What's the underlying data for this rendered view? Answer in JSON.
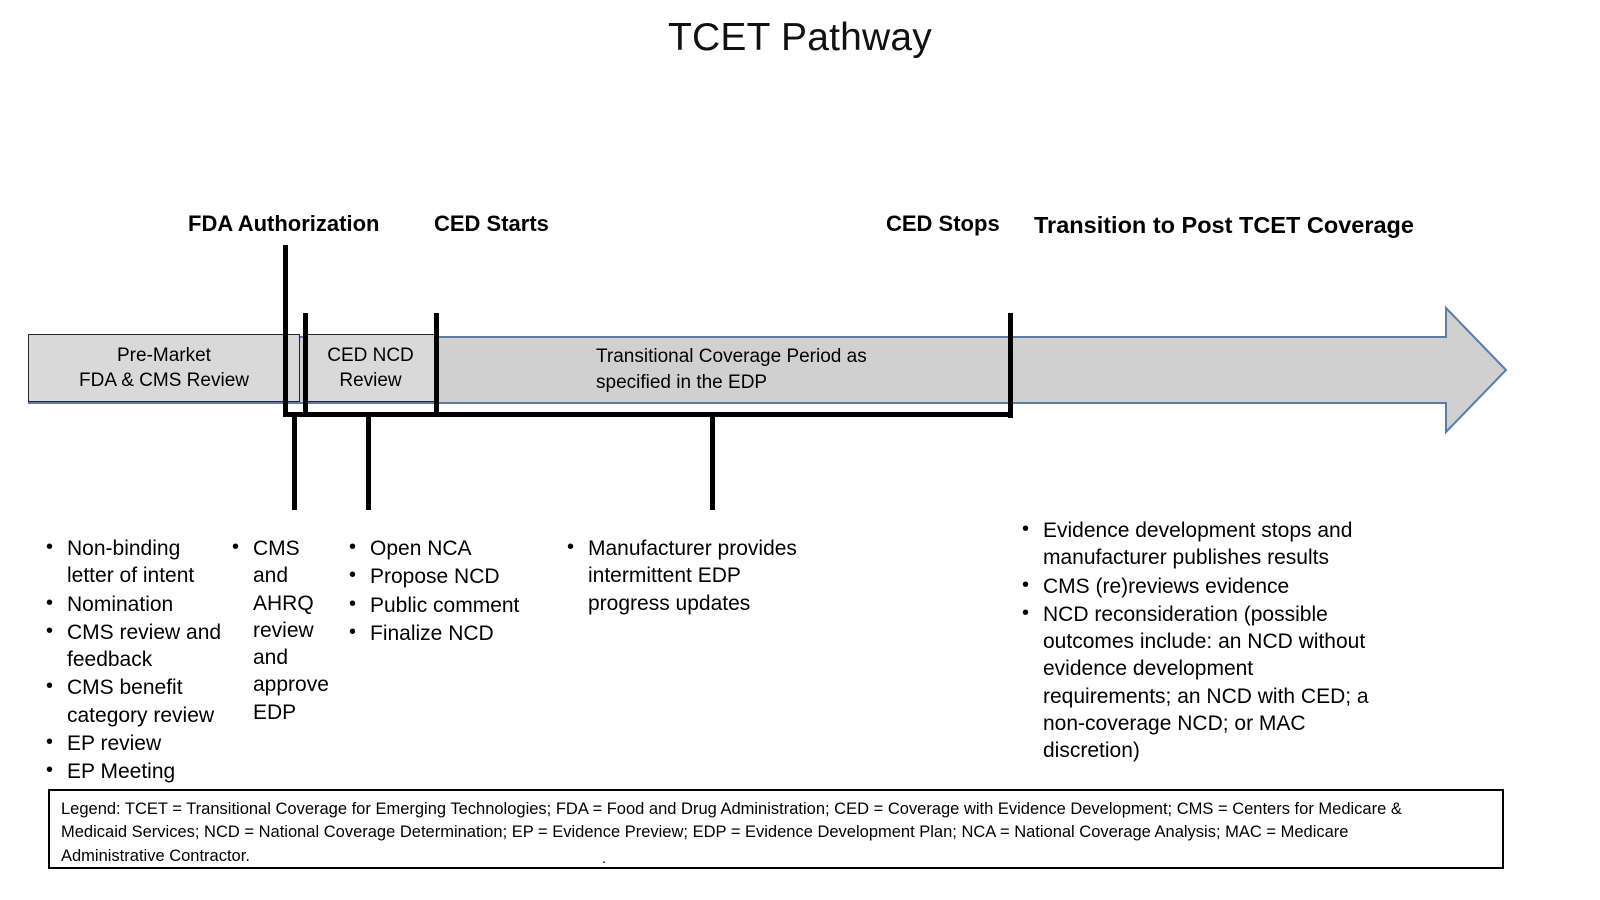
{
  "page": {
    "title": "TCET Pathway",
    "background": "#ffffff"
  },
  "colors": {
    "arrow_fill": "#d0d0d0",
    "arrow_stroke": "#5b7ca8",
    "box_fill": "#d9d9d9",
    "box_stroke": "#262626",
    "rule": "#000000",
    "text": "#000000"
  },
  "milestones": [
    {
      "id": "fda-authorization",
      "label": "FDA Authorization"
    },
    {
      "id": "ced-starts",
      "label": "CED Starts"
    },
    {
      "id": "ced-stops",
      "label": "CED Stops"
    },
    {
      "id": "transition-post-tcet",
      "label": "Transition to Post TCET Coverage"
    }
  ],
  "phases": [
    {
      "id": "pre-market",
      "line1": "Pre-Market",
      "line2": "FDA & CMS Review"
    },
    {
      "id": "ced-ncd-review",
      "line1": "CED NCD",
      "line2": "Review"
    },
    {
      "id": "transitional-coverage",
      "line1": "Transitional Coverage Period as",
      "line2": "specified in the EDP"
    }
  ],
  "bullet_columns": [
    {
      "id": "pre-market-activities",
      "items": [
        "Non-binding letter of intent",
        "Nomination",
        "CMS review and feedback",
        "CMS benefit category review",
        "EP review",
        "EP Meeting"
      ]
    },
    {
      "id": "edp-approval-activities",
      "items": [
        "CMS and AHRQ review and approve EDP"
      ]
    },
    {
      "id": "ncd-process-activities",
      "items": [
        "Open NCA",
        "Propose NCD",
        "Public comment",
        "Finalize NCD"
      ]
    },
    {
      "id": "coverage-period-activities",
      "items": [
        "Manufacturer provides intermittent EDP progress updates"
      ]
    },
    {
      "id": "post-tcet-activities",
      "items": [
        "Evidence development stops and manufacturer publishes results",
        "CMS (re)reviews evidence",
        "NCD reconsideration (possible outcomes include: an NCD without evidence development requirements; an NCD with CED; a non-coverage NCD; or MAC discretion)"
      ]
    }
  ],
  "legend": {
    "line1": "Legend:  TCET = Transitional Coverage for Emerging Technologies; FDA = Food and Drug Administration; CED = Coverage with Evidence Development; CMS = Centers for Medicare &",
    "line2": "Medicaid Services; NCD = National Coverage Determination; EP = Evidence Preview; EDP = Evidence Development Plan; NCA = National Coverage Analysis; MAC = Medicare",
    "line3": "Administrative Contractor.",
    "stray_mark": "."
  }
}
